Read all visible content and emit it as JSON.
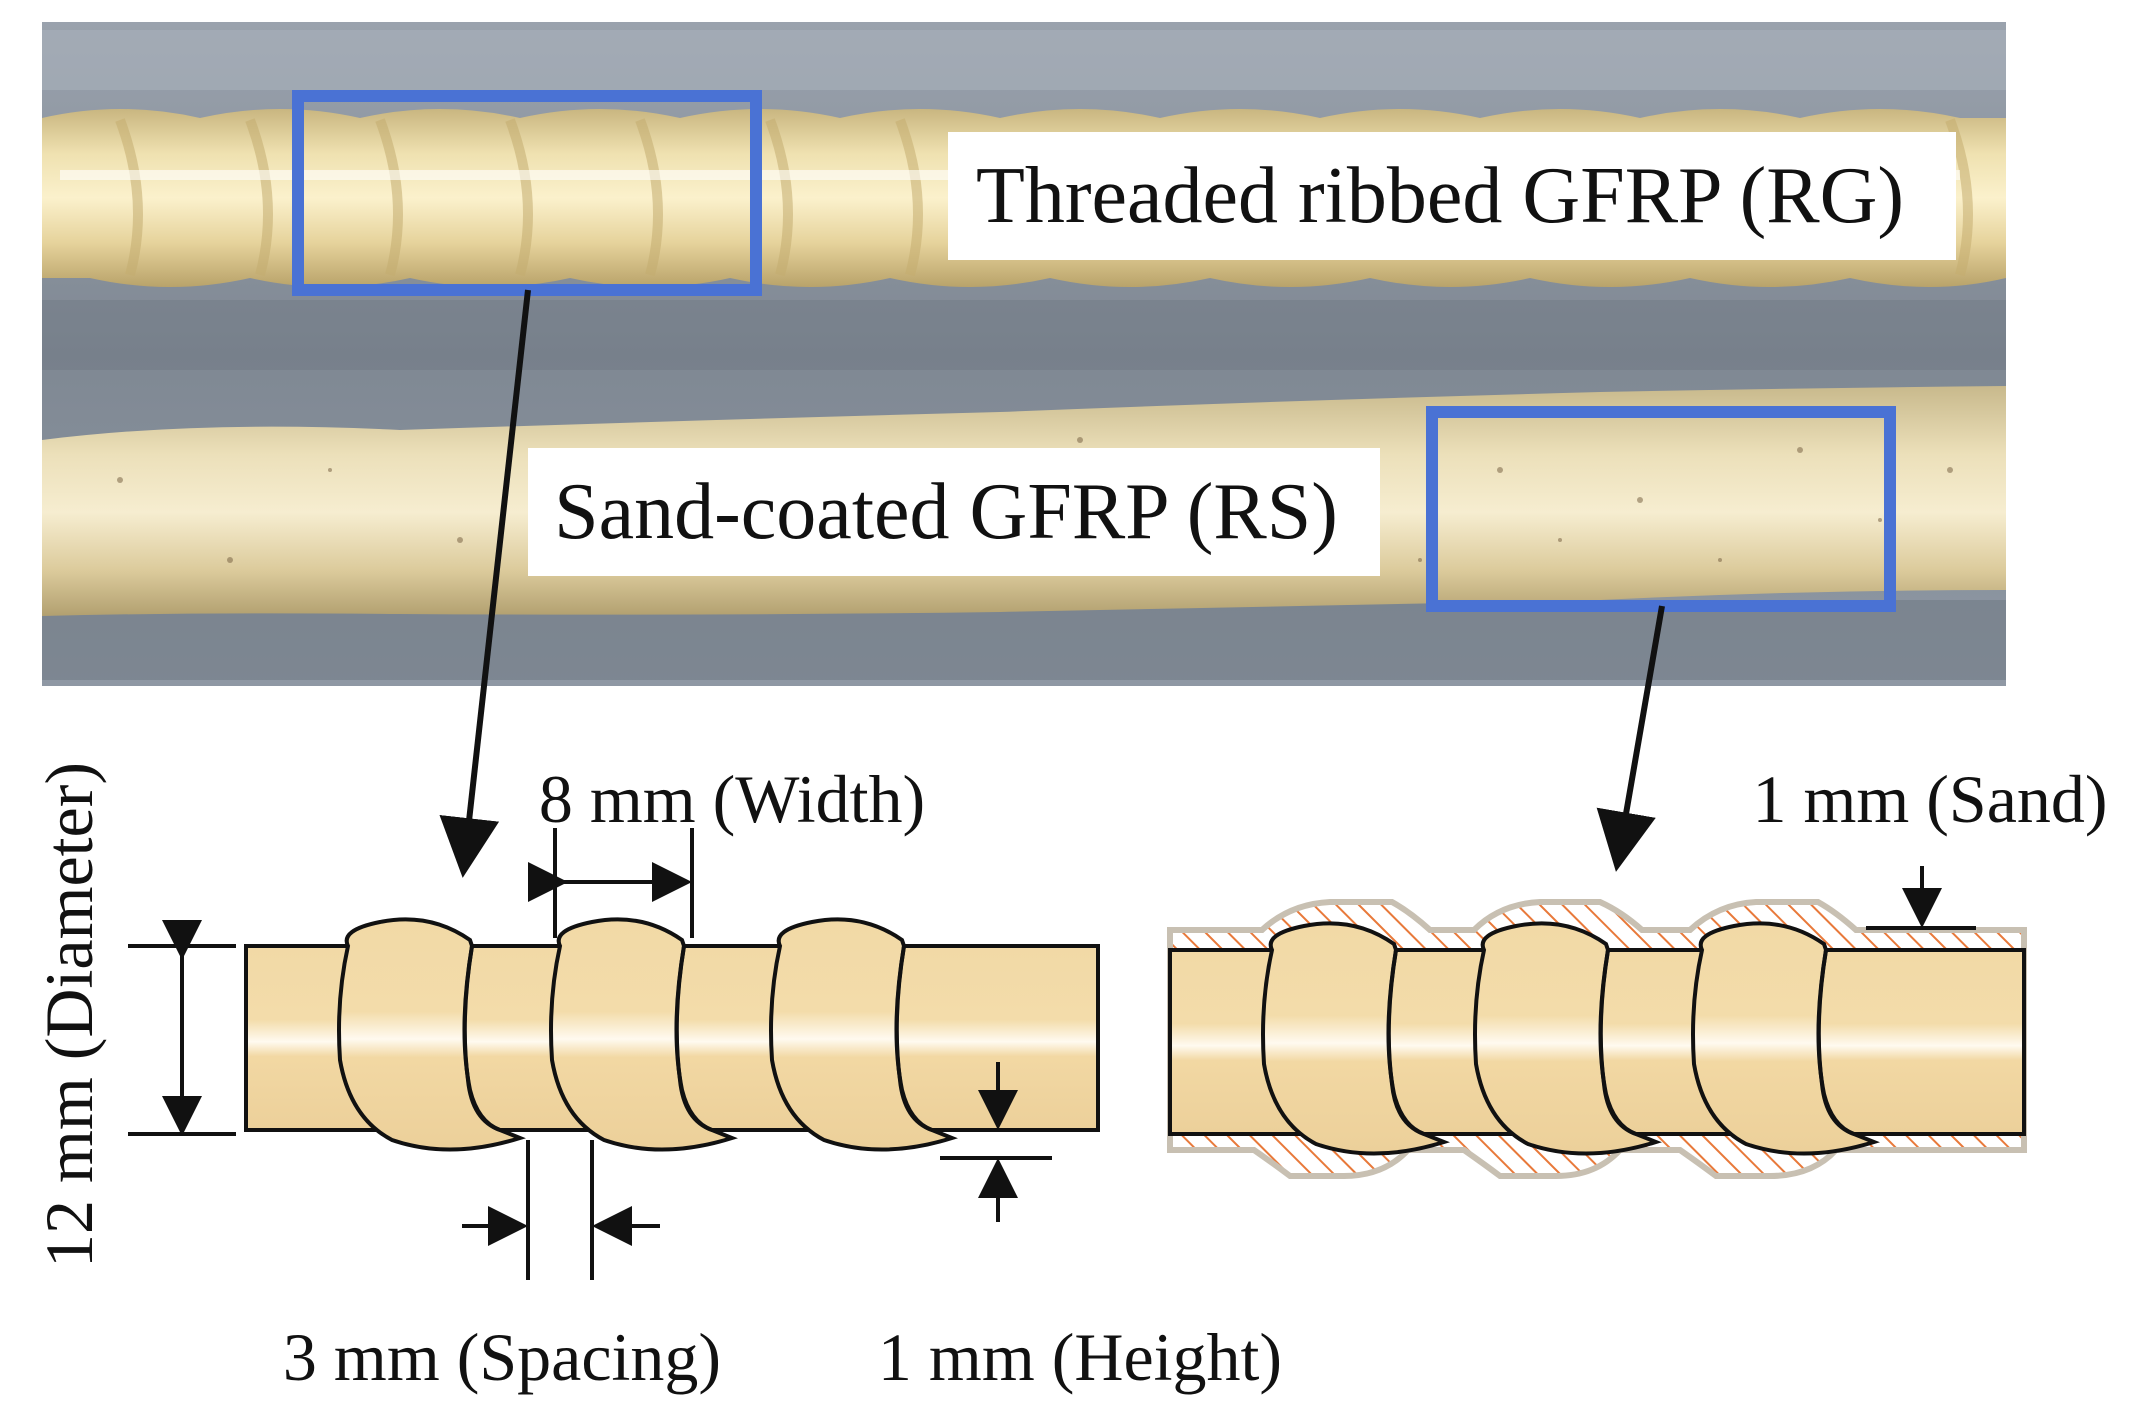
{
  "photo": {
    "rebar_top_label": "Threaded ribbed GFRP (RG)",
    "rebar_bottom_label": "Sand-coated GFRP (RS)"
  },
  "rg_diagram": {
    "width_label": "8 mm (Width)",
    "diameter_label": "12 mm (Diameter)",
    "spacing_label": "3 mm (Spacing)",
    "height_label": "1 mm  (Height)"
  },
  "rs_diagram": {
    "sand_label": "1 mm (Sand)"
  },
  "colors": {
    "highlight_box": "#4a72d4",
    "bar_fill": "#f0d49c",
    "bar_fill_dark": "#e4c282",
    "sand_hatch": "#e8793a",
    "sand_outline": "#c8c0b2",
    "photo_background": "#8c96a2"
  }
}
